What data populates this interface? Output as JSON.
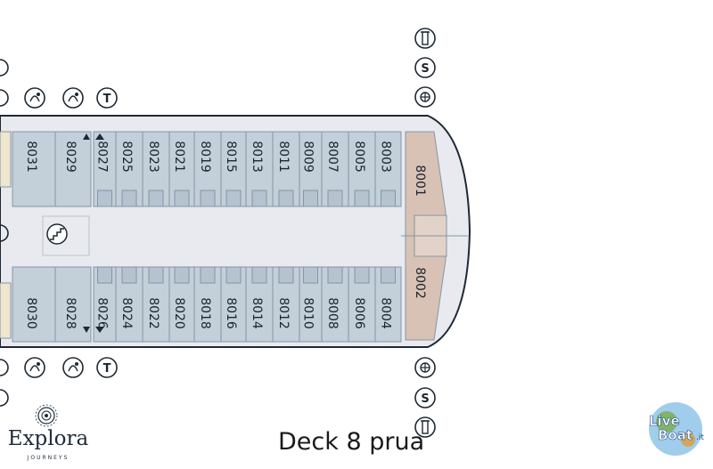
{
  "title": "Deck 8 prua",
  "brand": {
    "name": "Explora",
    "sub": "JOURNEYS"
  },
  "watermark": {
    "line1": "Live",
    "line2": "Boat",
    "suffix": ".it"
  },
  "markers": {
    "stairs": "T",
    "service": "S"
  },
  "colors": {
    "cabin": "#c3cfd9",
    "suite": "#d8c2b5",
    "walls": "#8496a6",
    "hull": "#1e2833",
    "corridor": "#e8eaef",
    "beige": "#eee6cd"
  },
  "cabins_top": [
    "8031",
    "8029",
    "8027",
    "8025",
    "8023",
    "8021",
    "8019",
    "8015",
    "8013",
    "8011",
    "8009",
    "8007",
    "8005",
    "8003"
  ],
  "cabins_bottom": [
    "8030",
    "8028",
    "8026",
    "8024",
    "8022",
    "8020",
    "8018",
    "8016",
    "8014",
    "8012",
    "8010",
    "8008",
    "8006",
    "8004"
  ],
  "suites": [
    "8001",
    "8002"
  ],
  "icons": [
    "elevator-icon",
    "stairs-icon",
    "service-icon",
    "lift-icon",
    "staircase-icon"
  ]
}
